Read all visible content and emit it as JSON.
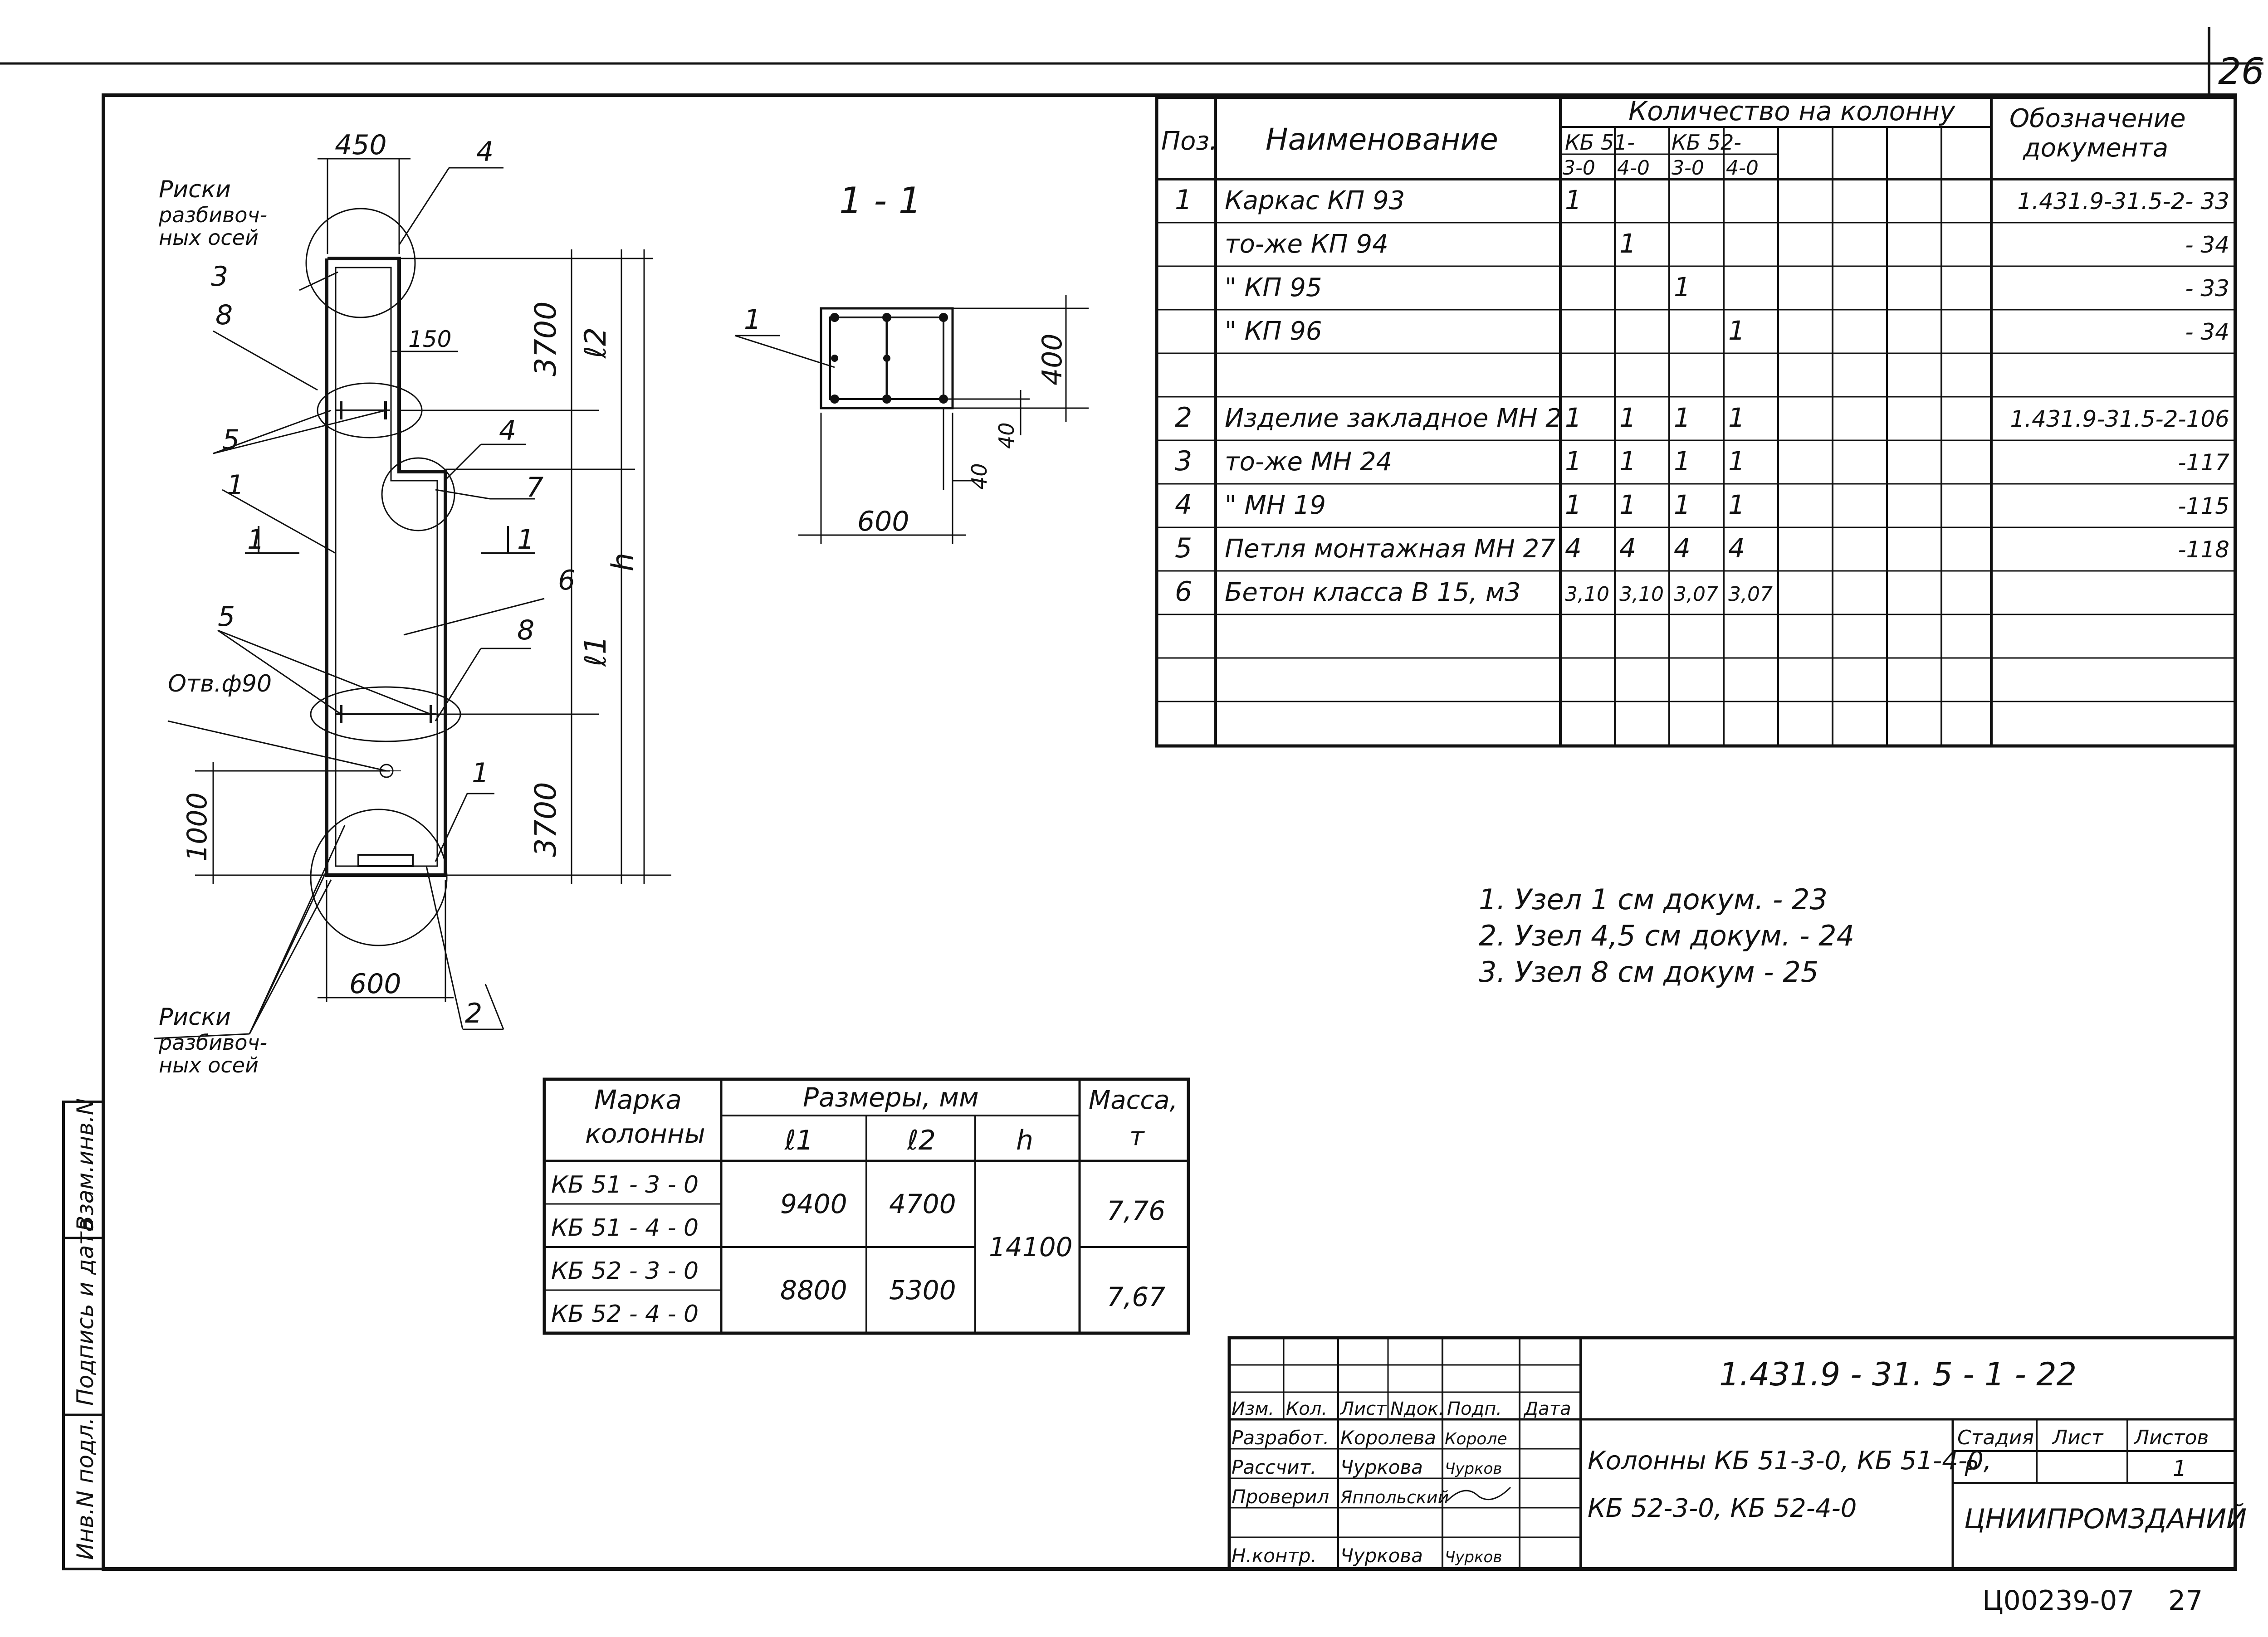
{
  "sheet": {
    "page_number": "26",
    "bottom_stamp": "Ц00239-07",
    "bottom_page": "27"
  },
  "drawing": {
    "section_title": "1 - 1",
    "marks": {
      "riski_top": [
        "Риски",
        "разбивоч-",
        "ных осей"
      ],
      "riski_bottom": [
        "Риски",
        "разбивоч-",
        "ных осей"
      ],
      "hole": "Отв.ф90",
      "pos_labels": [
        "4",
        "3",
        "8",
        "5",
        "1",
        "4",
        "7",
        "6",
        "5",
        "8",
        "1",
        "2",
        "1"
      ],
      "section_arrow": "1"
    },
    "dims": {
      "top_width": "450",
      "step_width": "150",
      "bottom_width": "600",
      "upper_height": "3700",
      "lower_height": "3700",
      "bottom_1000": "1000",
      "l2": "ℓ2",
      "l1": "ℓ1",
      "h": "h",
      "sec_width": "600",
      "sec_height": "400",
      "sec_cover_a": "40",
      "sec_cover_b": "40",
      "sec_pos": "1"
    }
  },
  "spec": {
    "headers": {
      "pos": "Поз.",
      "name": "Наименование",
      "qty_group": "Количество на колонну",
      "kb51": "КБ 51-",
      "kb52": "КБ 52-",
      "sub": [
        "3-0",
        "4-0",
        "3-0",
        "4-0"
      ],
      "doc": [
        "Обозначение",
        "документа"
      ]
    },
    "rows": [
      {
        "pos": "1",
        "name": "Каркас   КП 93",
        "q": [
          "1",
          "",
          "",
          ""
        ],
        "doc": "1.431.9-31.5-2- 33"
      },
      {
        "pos": "",
        "name": "то-же  КП 94",
        "q": [
          "",
          "1",
          "",
          ""
        ],
        "doc": "- 34"
      },
      {
        "pos": "",
        "name": "\"     КП 95",
        "q": [
          "",
          "",
          "1",
          ""
        ],
        "doc": "- 33"
      },
      {
        "pos": "",
        "name": "\"     КП 96",
        "q": [
          "",
          "",
          "",
          "1"
        ],
        "doc": "- 34"
      },
      {
        "pos": "",
        "name": "",
        "q": [
          "",
          "",
          "",
          ""
        ],
        "doc": ""
      },
      {
        "pos": "2",
        "name": "Изделие закладное  МН 2",
        "q": [
          "1",
          "1",
          "1",
          "1"
        ],
        "doc": "1.431.9-31.5-2-106"
      },
      {
        "pos": "3",
        "name": "то-же          МН 24",
        "q": [
          "1",
          "1",
          "1",
          "1"
        ],
        "doc": "-117"
      },
      {
        "pos": "4",
        "name": "\"              МН 19",
        "q": [
          "1",
          "1",
          "1",
          "1"
        ],
        "doc": "-115"
      },
      {
        "pos": "5",
        "name": "Петля монтажная МН 27",
        "q": [
          "4",
          "4",
          "4",
          "4"
        ],
        "doc": "-118"
      },
      {
        "pos": "6",
        "name": "Бетон класса  В 15, м3",
        "q": [
          "3,10",
          "3,10",
          "3,07",
          "3,07"
        ],
        "doc": ""
      },
      {
        "pos": "",
        "name": "",
        "q": [
          "",
          "",
          "",
          ""
        ],
        "doc": ""
      },
      {
        "pos": "",
        "name": "",
        "q": [
          "",
          "",
          "",
          ""
        ],
        "doc": ""
      },
      {
        "pos": "",
        "name": "",
        "q": [
          "",
          "",
          "",
          ""
        ],
        "doc": ""
      }
    ]
  },
  "notes": [
    "1. Узел  1  см докум. - 23",
    "2. Узел  4,5 см докум. - 24",
    "3. Узел  8  см докум - 25"
  ],
  "marks_table": {
    "h_mark": [
      "Марка",
      "колонны"
    ],
    "h_dims": "Размеры, мм",
    "h_mass": [
      "Масса,",
      "т"
    ],
    "h_l1": "ℓ1",
    "h_l2": "ℓ2",
    "h_h": "h",
    "rows": [
      {
        "mark": "КБ 51 - 3 - 0"
      },
      {
        "mark": "КБ 51 - 4 - 0"
      },
      {
        "mark": "КБ 52 - 3 - 0"
      },
      {
        "mark": "КБ 52 - 4 - 0"
      }
    ],
    "g1": {
      "l1": "9400",
      "l2": "4700",
      "mass": "7,76"
    },
    "g2": {
      "l1": "8800",
      "l2": "5300",
      "mass": "7,67"
    },
    "h_value": "14100"
  },
  "title_block": {
    "code": "1.431.9 - 31. 5 - 1 - 22",
    "col_headers": [
      "Изм.",
      "Кол.",
      "Лист",
      "Nдок.",
      "Подп.",
      "Дата"
    ],
    "roles": [
      "Разработ.",
      "Рассчит.",
      "Проверил",
      "",
      "Н.контр."
    ],
    "names": [
      "Королева",
      "Чуркова",
      "Яппольский",
      "",
      "Чуркова"
    ],
    "sigs": [
      "Короле",
      "Чурков",
      "",
      "",
      "Чурков"
    ],
    "title": [
      "Колонны КБ 51-3-0, КБ 51-4-0,",
      "КБ 52-3-0,  КБ 52-4-0"
    ],
    "stage_label": "Стадия",
    "sheet_label": "Лист",
    "sheets_label": "Листов",
    "stage": "Р",
    "sheets": "1",
    "org": "ЦНИИПРОМЗДАНИЙ"
  },
  "side_stamp": [
    "Инв.N подл.",
    "Подпись и дата",
    "Взам.инв.N"
  ]
}
